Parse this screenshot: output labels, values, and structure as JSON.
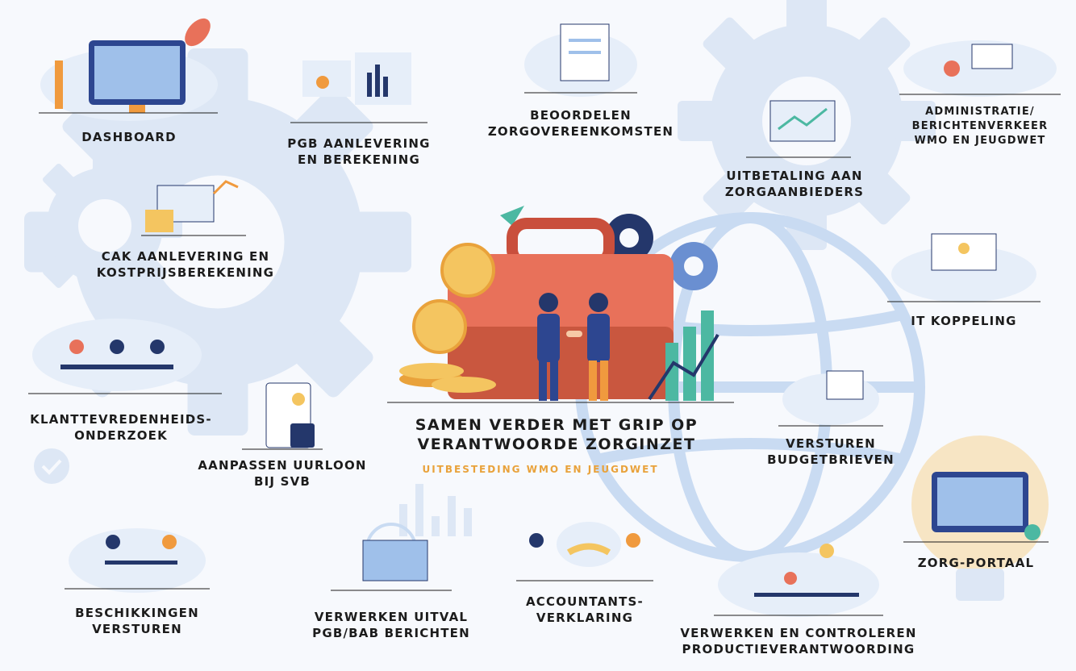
{
  "center": {
    "title_line1": "SAMEN VERDER MET GRIP OP",
    "title_line2": "VERANTWOORDE ZORGINZET",
    "subtitle": "UITBESTEDING WMO EN JEUGDWET"
  },
  "services": {
    "dashboard": [
      "DASHBOARD"
    ],
    "pgb": [
      "PGB AANLEVERING",
      "EN BEREKENING"
    ],
    "beoordelen": [
      "BEOORDELEN",
      "ZORGOVEREENKOMSTEN"
    ],
    "uitbetaling": [
      "UITBETALING AAN",
      "ZORGAANBIEDERS"
    ],
    "administratie": [
      "ADMINISTRATIE/",
      "BERICHTENVERKEER",
      "WMO EN JEUGDWET"
    ],
    "cak": [
      "CAK AANLEVERING EN",
      "KOSTPRIJSBEREKENING"
    ],
    "it": [
      "IT KOPPELING"
    ],
    "klant": [
      "KLANTTEVREDENHEIDS-",
      "ONDERZOEK"
    ],
    "svb": [
      "AANPASSEN UURLOON",
      "BIJ SVB"
    ],
    "budget": [
      "VERSTUREN",
      "BUDGETBRIEVEN"
    ],
    "portaal": [
      "ZORG-PORTAAL"
    ],
    "beschikkingen": [
      "BESCHIKKINGEN",
      "VERSTUREN"
    ],
    "uitval": [
      "VERWERKEN UITVAL",
      "PGB/BAB BERICHTEN"
    ],
    "accountant": [
      "ACCOUNTANTS-",
      "VERKLARING"
    ],
    "productie": [
      "VERWERKEN EN CONTROLEREN",
      "PRODUCTIEVERANTWOORDING"
    ]
  },
  "colors": {
    "background": "#f7f9fd",
    "gear": "#dde7f5",
    "globe": "#c9dbf2",
    "briefcase": "#e8715a",
    "accent": "#e9a23b",
    "navy": "#24376b",
    "teal": "#4cb8a2"
  },
  "icons": [
    "gear-icon",
    "globe-icon",
    "briefcase-icon",
    "rocket-icon",
    "lightbulb-icon",
    "checkmark-icon",
    "paper-plane-icon"
  ]
}
